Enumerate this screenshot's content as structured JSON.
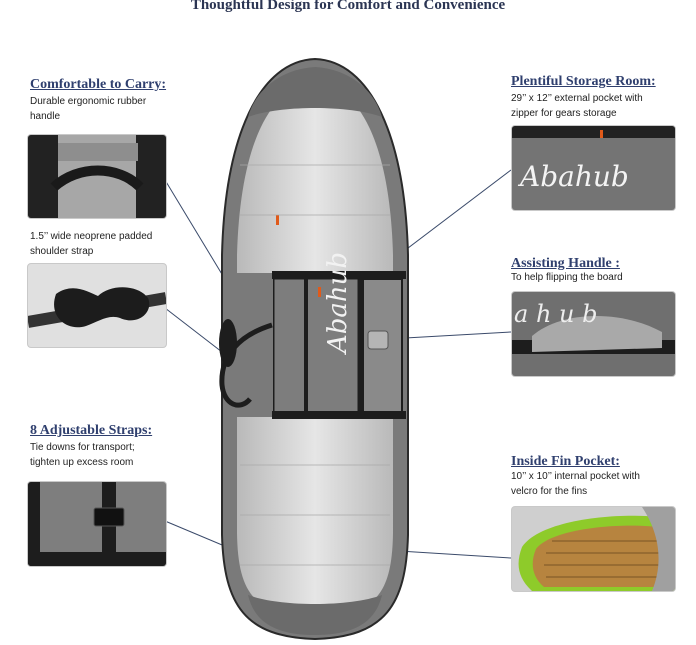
{
  "title": "Thoughtful Design for Comfort and Convenience",
  "brand": {
    "logo_text": "Abahub"
  },
  "features": {
    "carry": {
      "heading": "Comfortable to Carry:",
      "description": "Durable ergonomic rubber handle",
      "sub_description": "1.5’’ wide neoprene padded shoulder strap"
    },
    "straps": {
      "heading": "8 Adjustable Straps:",
      "description": "Tie downs for transport; tighten up excess room"
    },
    "storage": {
      "heading": "Plentiful Storage Room:",
      "description": "29’’ x 12’’ external pocket with zipper for gears storage"
    },
    "assist": {
      "heading": "Assisting Handle :",
      "description": "To help flipping the board"
    },
    "fin": {
      "heading": "Inside Fin Pocket:",
      "description": "10’’ x 10’’ internal pocket with velcro for the fins"
    }
  },
  "colors": {
    "heading": "#2f3f6e",
    "bag_grey": "#8e8e8e",
    "bag_silver": "#d9d9d9",
    "accent_orange": "#e05a1a",
    "fin_green": "#8ecb2a"
  }
}
